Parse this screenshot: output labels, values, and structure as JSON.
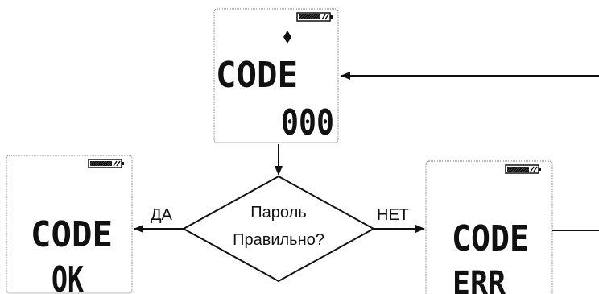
{
  "screens": {
    "top": {
      "line1": "CODE",
      "line2": "000"
    },
    "left": {
      "line1": "CODE",
      "line2": "OK"
    },
    "right": {
      "line1": "CODE",
      "line2": "ERR"
    }
  },
  "decision": {
    "line1": "Пароль",
    "line2": "Правильно?"
  },
  "branches": {
    "yes": "ДА",
    "no": "НЕТ"
  },
  "colors": {
    "line": "#111111",
    "screen_border": "#777777",
    "screen_fill": "#ffffff"
  },
  "icons": {
    "battery": "battery-icon",
    "updown": "up-down-arrow-icon"
  }
}
